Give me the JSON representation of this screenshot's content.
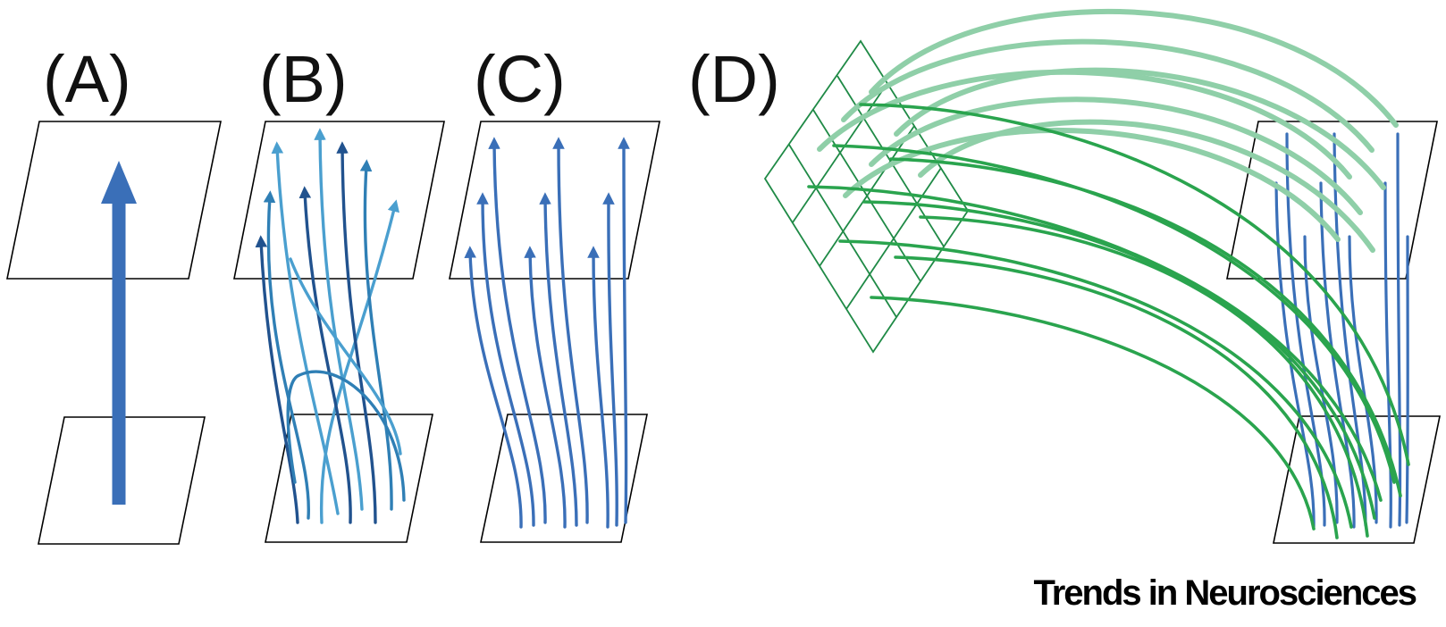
{
  "panels": [
    {
      "label": "(A)"
    },
    {
      "label": "(B)"
    },
    {
      "label": "(C)"
    },
    {
      "label": "(D)"
    }
  ],
  "journal": "Trends in Neurosciences",
  "colors": {
    "blue": "#3a6fb8",
    "blue_dark": "#21528e",
    "teal": "#2f7fb5",
    "teal_light": "#4a9fcf",
    "green": "#2aa44e",
    "green_light": "#8fcfa8",
    "grid_green": "#1f8a46",
    "plane_stroke": "#000000"
  }
}
